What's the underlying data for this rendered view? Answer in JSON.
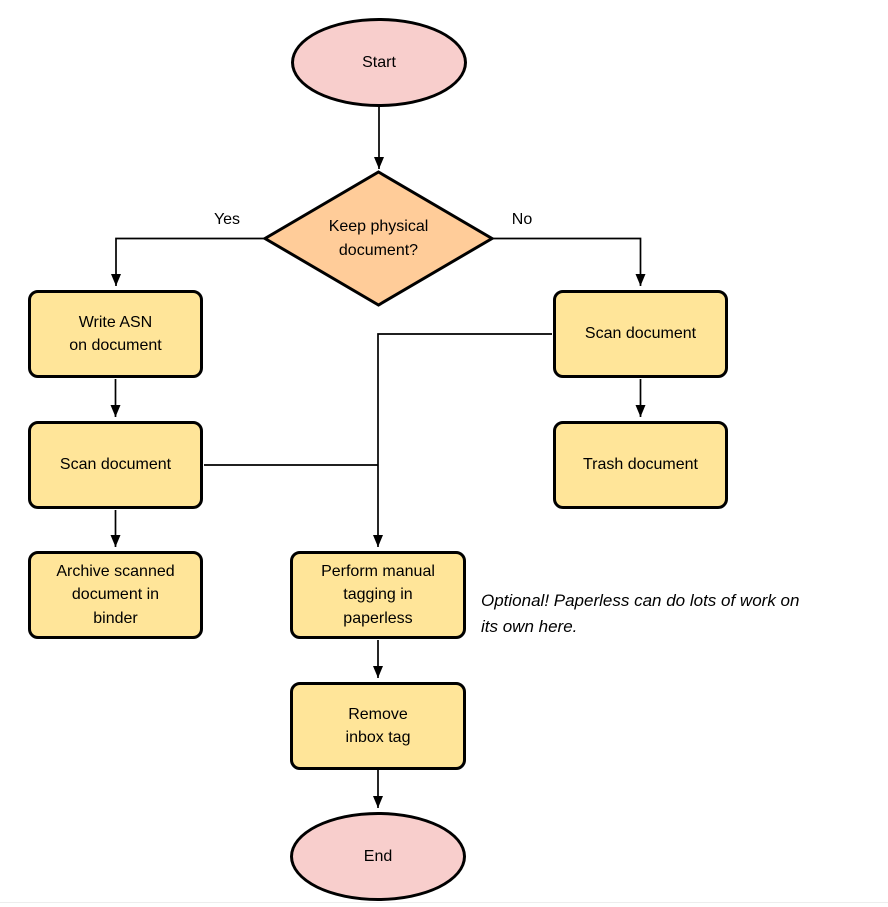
{
  "diagram": {
    "nodes": {
      "start": {
        "label": "Start"
      },
      "decision": {
        "label": "Keep physical\ndocument?"
      },
      "write_asn": {
        "label": "Write ASN\non document"
      },
      "scan_left": {
        "label": "Scan document"
      },
      "archive": {
        "label": "Archive scanned\ndocument in\nbinder"
      },
      "scan_right": {
        "label": "Scan document"
      },
      "trash": {
        "label": "Trash document"
      },
      "tagging": {
        "label": "Perform manual\ntagging in\npaperless"
      },
      "remove_inbox": {
        "label": "Remove\ninbox tag"
      },
      "end": {
        "label": "End"
      }
    },
    "edge_labels": {
      "yes": "Yes",
      "no": "No"
    },
    "note": "Optional! Paperless can do lots of work on\nits own here.",
    "colors": {
      "terminator_fill": "#f8cecc",
      "decision_fill": "#ffcc99",
      "process_fill": "#ffe599",
      "stroke": "#000000",
      "text": "#000000",
      "bottom_rule": "#ededed"
    }
  }
}
